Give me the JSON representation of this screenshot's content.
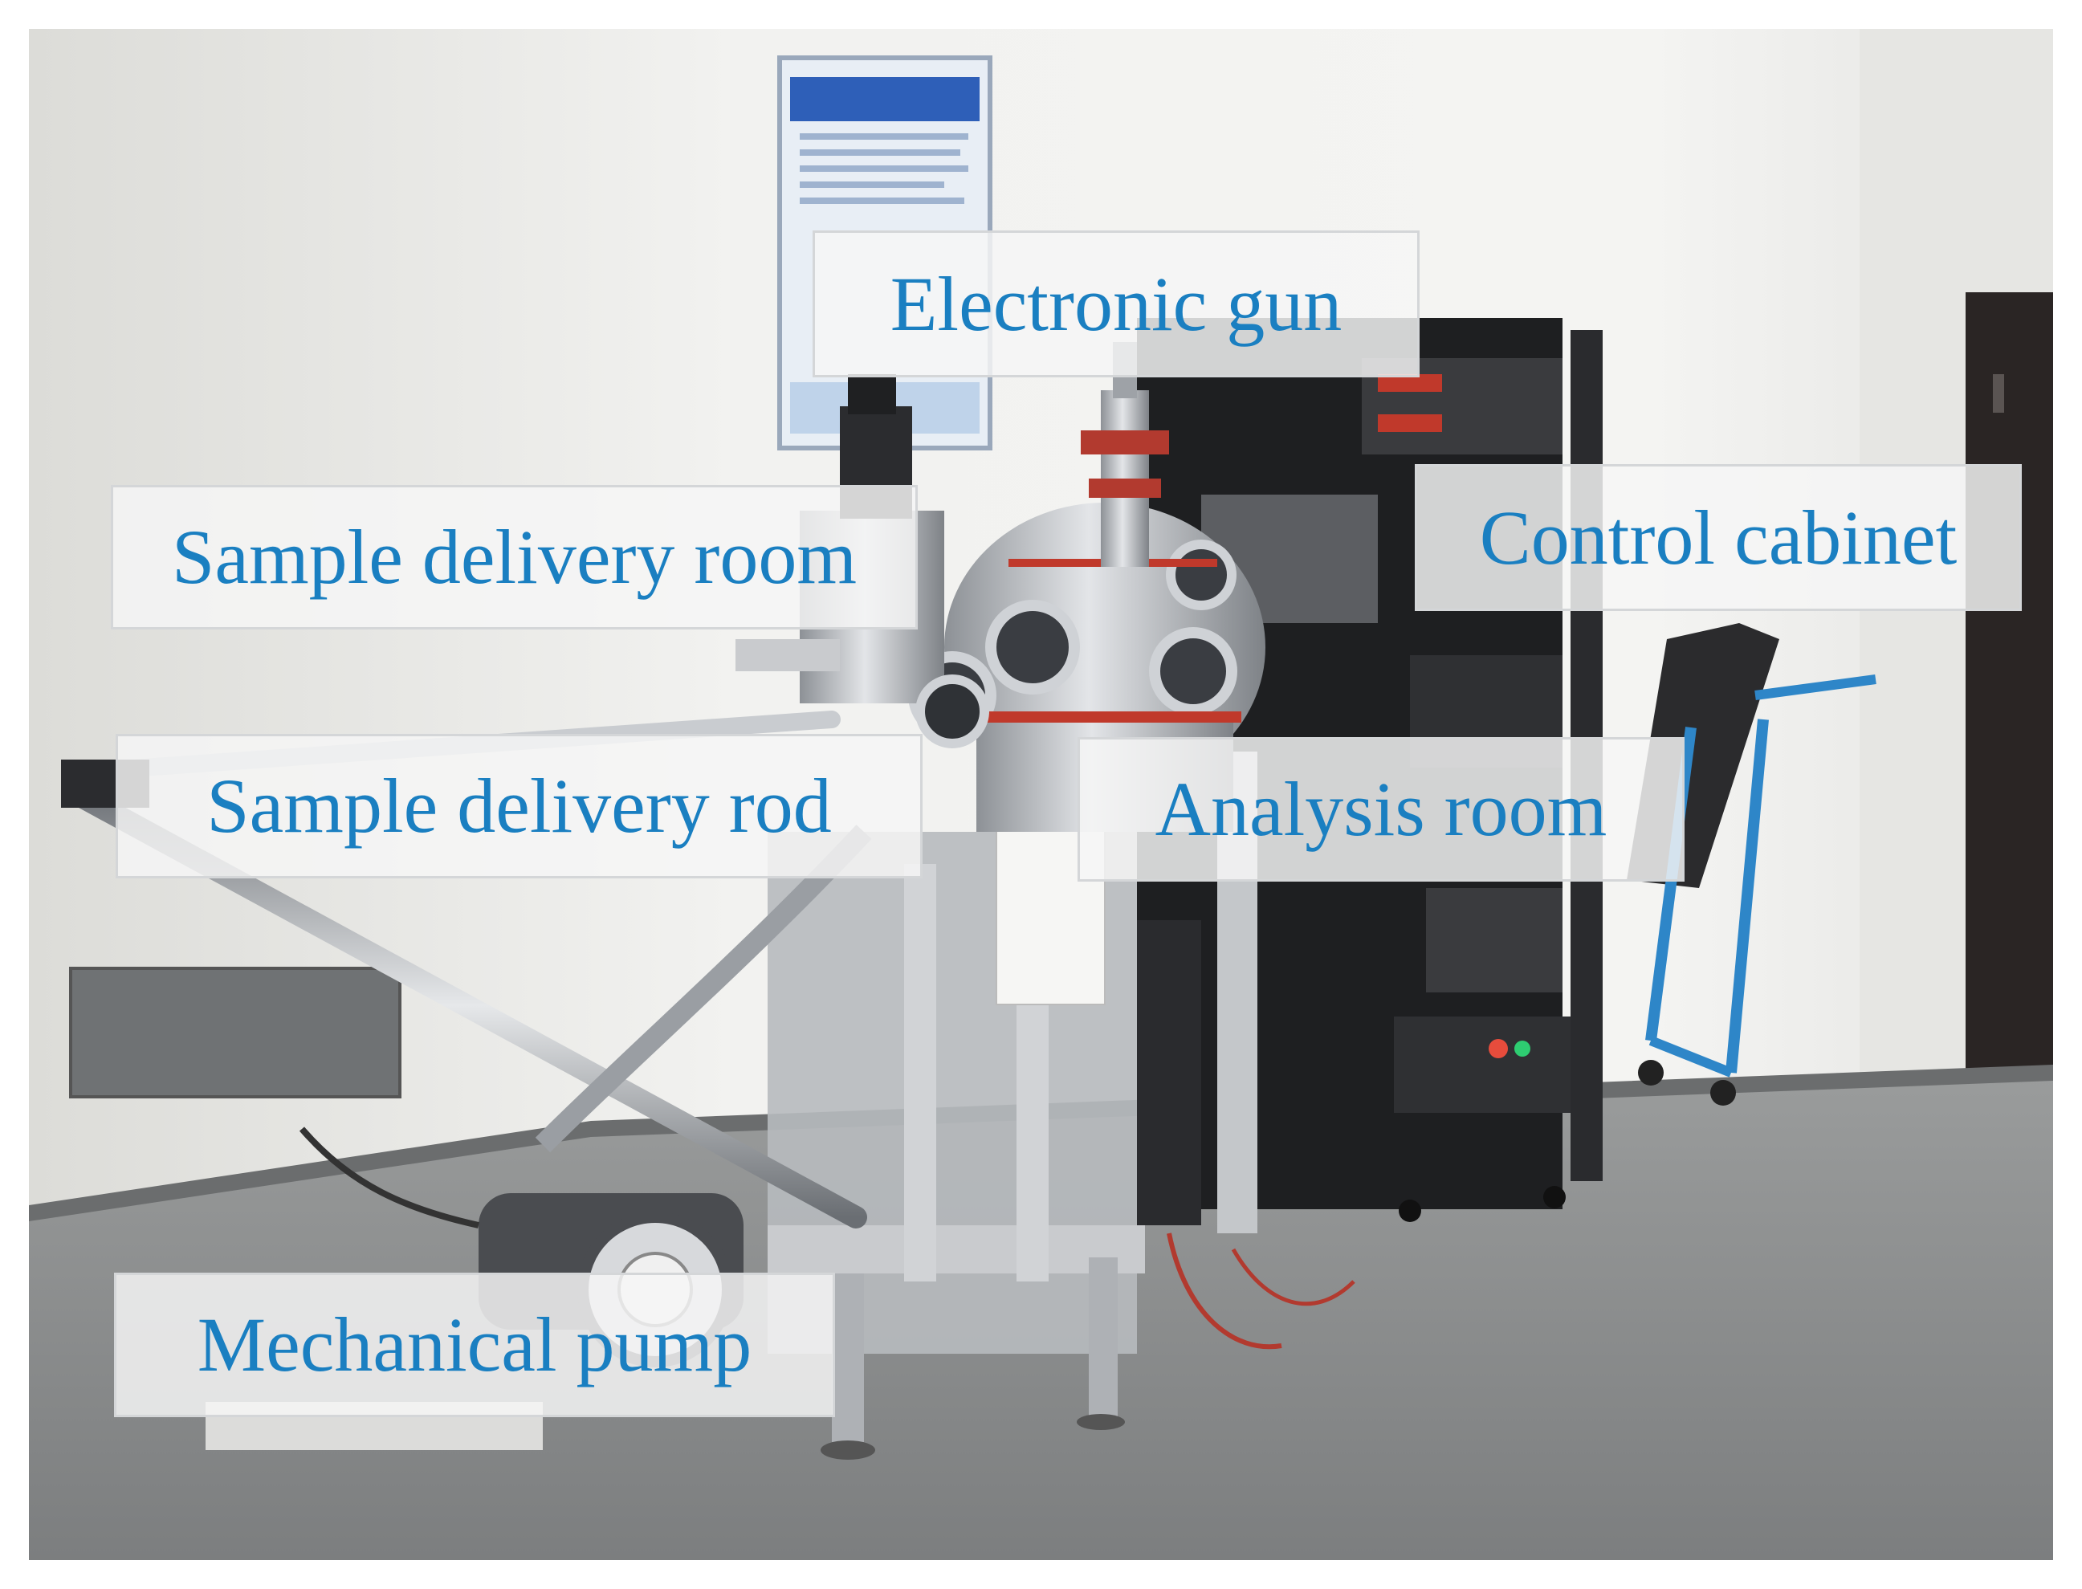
{
  "labels": {
    "electronic_gun": "Electronic gun",
    "sample_delivery_room": "Sample delivery room",
    "control_cabinet": "Control cabinet",
    "sample_delivery_rod": "Sample delivery rod",
    "analysis_room": "Analysis room",
    "mechanical_pump": "Mechanical pump"
  },
  "colors": {
    "label_text": "#1a7fc1",
    "label_background": "#f5f6f6",
    "wall": "#eeeeec",
    "floor": "#8c8e8e",
    "cabinet": "#1e1f21",
    "chamber": "#b9bcc0",
    "cart": "#2e86c8"
  }
}
